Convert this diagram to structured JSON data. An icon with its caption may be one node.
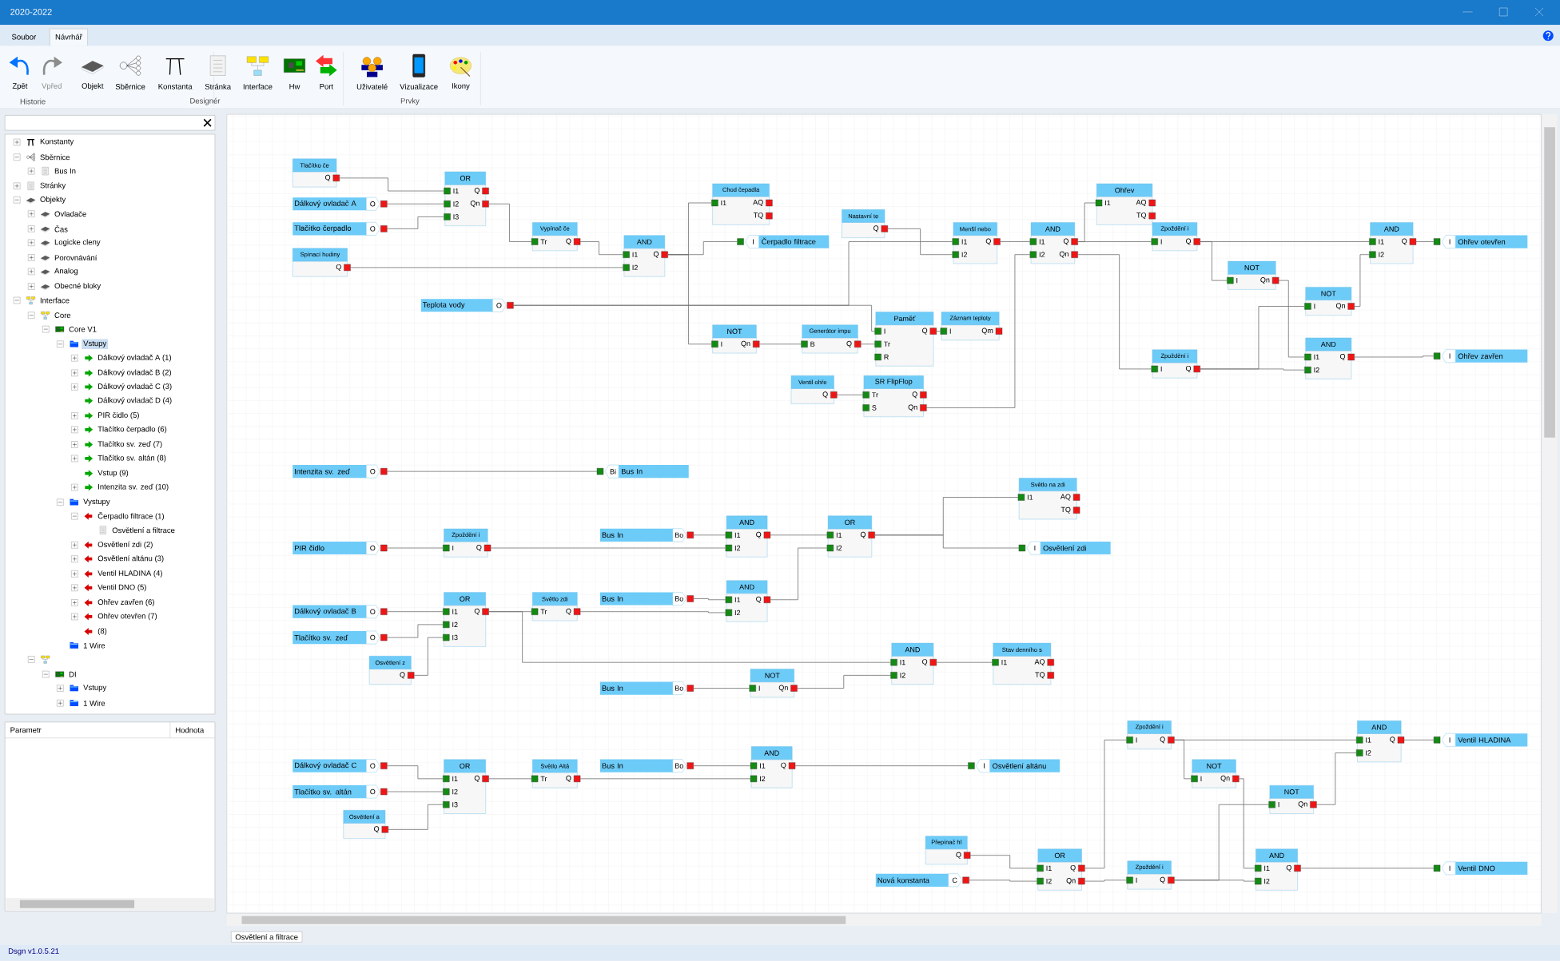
{
  "diagram": {
    "title": "2020-2022",
    "nodes": [
      {
        "text": [
          "Tlačítko če",
          "Q"
        ]
      },
      {
        "text": [
          "Dálkový ovladač A",
          "O"
        ]
      },
      {
        "text": [
          "Tlačítko čerpadlo",
          "O"
        ]
      },
      {
        "text": [
          "Spínací hodiny",
          "Q"
        ]
      },
      {
        "text": [
          "OR",
          "I1",
          "Q",
          "I2",
          "Qn",
          "I3"
        ]
      },
      {
        "text": [
          "Vypínač če",
          "Tr",
          "Q"
        ]
      },
      {
        "text": [
          "AND",
          "I1",
          "Q",
          "I2"
        ]
      },
      {
        "text": [
          "Chod čepadla",
          "I1",
          "AQ",
          "TQ"
        ]
      },
      {
        "text": [
          "I",
          "Čerpadlo filtrace"
        ]
      },
      {
        "text": [
          "Teplota vody",
          "O"
        ]
      },
      {
        "text": [
          "NOT",
          "I",
          "Qn"
        ]
      },
      {
        "text": [
          "Generátor impu",
          "B",
          "Q"
        ]
      },
      {
        "text": [
          "Nastavní te",
          "Q"
        ]
      },
      {
        "text": [
          "Menší nebo",
          "I1",
          "Q",
          "I2"
        ]
      },
      {
        "text": [
          "AND",
          "I1",
          "Q",
          "I2",
          "Qn"
        ]
      },
      {
        "text": [
          "Ohřev",
          "I1",
          "AQ",
          "TQ"
        ]
      },
      {
        "text": [
          "Paměť",
          "I",
          "Q",
          "Tr",
          "R"
        ]
      },
      {
        "text": [
          "Záznam teploty",
          "I",
          "Qm"
        ]
      },
      {
        "text": [
          "Ventil ohře",
          "Q"
        ]
      },
      {
        "text": [
          "SR FlipFlop",
          "Tr",
          "Q",
          "S",
          "Qn"
        ]
      },
      {
        "text": [
          "Zpoždění i",
          "I",
          "Q"
        ]
      },
      {
        "text": [
          "NOT",
          "I",
          "Qn"
        ]
      },
      {
        "text": [
          "AND",
          "I1",
          "Q",
          "I2"
        ]
      },
      {
        "text": [
          "I",
          "Ohřev otevřen"
        ]
      },
      {
        "text": [
          "NOT",
          "I",
          "Qn"
        ]
      },
      {
        "text": [
          "Zpoždění i",
          "I",
          "Q"
        ]
      },
      {
        "text": [
          "AND",
          "I1",
          "Q",
          "I2"
        ]
      },
      {
        "text": [
          "I",
          "Ohřev zavřen"
        ]
      },
      {
        "text": [
          "Intenzita sv. zeď",
          "O"
        ]
      },
      {
        "text": [
          "Bi",
          "Bus In"
        ]
      },
      {
        "text": [
          "Světlo na zdi",
          "I1",
          "AQ",
          "TQ"
        ]
      },
      {
        "text": [
          "PIR čidlo",
          "O"
        ]
      },
      {
        "text": [
          "Zpoždění i",
          "I",
          "Q"
        ]
      },
      {
        "text": [
          "Bus In",
          "Bo"
        ]
      },
      {
        "text": [
          "AND",
          "I1",
          "Q",
          "I2"
        ]
      },
      {
        "text": [
          "OR",
          "I1",
          "Q",
          "I2"
        ]
      },
      {
        "text": [
          "I",
          "Osvětlení zdi"
        ]
      },
      {
        "text": [
          "Dálkový ovladač B",
          "O"
        ]
      },
      {
        "text": [
          "Tlačítko sv. zeď",
          "O"
        ]
      },
      {
        "text": [
          "Osvětlení z",
          "Q"
        ]
      },
      {
        "text": [
          "OR",
          "I1",
          "Q",
          "I2",
          "I3"
        ]
      },
      {
        "text": [
          "Světlo zdi",
          "Tr",
          "Q"
        ]
      },
      {
        "text": [
          "Bus In",
          "Bo"
        ]
      },
      {
        "text": [
          "AND",
          "I1",
          "Q",
          "I2"
        ]
      },
      {
        "text": [
          "Bus In",
          "Bo"
        ]
      },
      {
        "text": [
          "NOT",
          "I",
          "Qn"
        ]
      },
      {
        "text": [
          "AND",
          "I1",
          "Q",
          "I2"
        ]
      },
      {
        "text": [
          "Stav denního s",
          "I1",
          "AQ",
          "TQ"
        ]
      },
      {
        "text": [
          "Dálkový ovladač C",
          "O"
        ]
      },
      {
        "text": [
          "Tlačítko sv. altán",
          "O"
        ]
      },
      {
        "text": [
          "Osvětlení a",
          "Q"
        ]
      },
      {
        "text": [
          "OR",
          "I1",
          "Q",
          "I2",
          "I3"
        ]
      },
      {
        "text": [
          "Světlo Altá",
          "Tr",
          "Q"
        ]
      },
      {
        "text": [
          "Bus In",
          "Bo"
        ]
      },
      {
        "text": [
          "AND",
          "I1",
          "Q",
          "I2"
        ]
      },
      {
        "text": [
          "I",
          "Osvětlení altánu"
        ]
      },
      {
        "text": [
          "Přepínač hl",
          "Q"
        ]
      },
      {
        "text": [
          "Nová konstanta",
          "C"
        ]
      },
      {
        "text": [
          "OR",
          "I1",
          "Q",
          "I2",
          "Qn"
        ]
      },
      {
        "text": [
          "Zpoždění i",
          "I",
          "Q"
        ]
      },
      {
        "text": [
          "NOT",
          "I",
          "Qn"
        ]
      },
      {
        "text": [
          "NOT",
          "I",
          "Qn"
        ]
      },
      {
        "text": [
          "AND",
          "I1",
          "Q",
          "I2"
        ]
      },
      {
        "text": [
          "I",
          "Ventil HLADINA"
        ]
      },
      {
        "text": [
          "Zpoždění i",
          "I",
          "Q"
        ]
      },
      {
        "text": [
          "AND",
          "I1",
          "Q",
          "I2"
        ]
      },
      {
        "text": [
          "I",
          "Ventil DNO"
        ]
      }
    ],
    "edges": [
      {
        "from": 0,
        "to": 4,
        "arrow": "none"
      },
      {
        "from": 1,
        "to": 4,
        "arrow": "none"
      },
      {
        "from": 2,
        "to": 4,
        "arrow": "none"
      },
      {
        "from": 4,
        "to": 5,
        "arrow": "none"
      },
      {
        "from": 5,
        "to": 6,
        "arrow": "none"
      },
      {
        "from": 3,
        "to": 6,
        "arrow": "none"
      },
      {
        "from": 6,
        "to": 7,
        "arrow": "none"
      },
      {
        "from": 6,
        "to": 8,
        "arrow": "none"
      },
      {
        "from": 6,
        "to": 10,
        "arrow": "none"
      },
      {
        "from": 9,
        "to": 13,
        "arrow": "none"
      },
      {
        "from": 9,
        "to": 16,
        "arrow": "none"
      },
      {
        "from": 12,
        "to": 13,
        "arrow": "none"
      },
      {
        "from": 10,
        "to": 11,
        "arrow": "none"
      },
      {
        "from": 11,
        "to": 16,
        "arrow": "none"
      },
      {
        "from": 16,
        "to": 17,
        "arrow": "none"
      },
      {
        "from": 18,
        "to": 19,
        "arrow": "none"
      },
      {
        "from": 19,
        "to": 14,
        "arrow": "none"
      },
      {
        "from": 13,
        "to": 14,
        "arrow": "none"
      },
      {
        "from": 14,
        "to": 15,
        "arrow": "none"
      },
      {
        "from": 14,
        "to": 20,
        "arrow": "none"
      },
      {
        "from": 14,
        "to": 25,
        "arrow": "none"
      },
      {
        "from": 20,
        "to": 22,
        "arrow": "none"
      },
      {
        "from": 20,
        "to": 21,
        "arrow": "none"
      },
      {
        "from": 21,
        "to": 26,
        "arrow": "none"
      },
      {
        "from": 25,
        "to": 26,
        "arrow": "none"
      },
      {
        "from": 25,
        "to": 24,
        "arrow": "none"
      },
      {
        "from": 24,
        "to": 22,
        "arrow": "none"
      },
      {
        "from": 22,
        "to": 23,
        "arrow": "none"
      },
      {
        "from": 26,
        "to": 27,
        "arrow": "none"
      },
      {
        "from": 28,
        "to": 29,
        "arrow": "none"
      },
      {
        "from": 31,
        "to": 32,
        "arrow": "none"
      },
      {
        "from": 33,
        "to": 34,
        "arrow": "none"
      },
      {
        "from": 32,
        "to": 34,
        "arrow": "none"
      },
      {
        "from": 34,
        "to": 35,
        "arrow": "none"
      },
      {
        "from": 43,
        "to": 35,
        "arrow": "none"
      },
      {
        "from": 35,
        "to": 30,
        "arrow": "none"
      },
      {
        "from": 35,
        "to": 36,
        "arrow": "none"
      },
      {
        "from": 37,
        "to": 40,
        "arrow": "none"
      },
      {
        "from": 38,
        "to": 40,
        "arrow": "none"
      },
      {
        "from": 39,
        "to": 40,
        "arrow": "none"
      },
      {
        "from": 40,
        "to": 41,
        "arrow": "none"
      },
      {
        "from": 40,
        "to": 46,
        "arrow": "none"
      },
      {
        "from": 42,
        "to": 43,
        "arrow": "none"
      },
      {
        "from": 41,
        "to": 43,
        "arrow": "none"
      },
      {
        "from": 44,
        "to": 45,
        "arrow": "none"
      },
      {
        "from": 45,
        "to": 46,
        "arrow": "none"
      },
      {
        "from": 46,
        "to": 47,
        "arrow": "none"
      },
      {
        "from": 48,
        "to": 51,
        "arrow": "none"
      },
      {
        "from": 49,
        "to": 51,
        "arrow": "none"
      },
      {
        "from": 50,
        "to": 51,
        "arrow": "none"
      },
      {
        "from": 51,
        "to": 52,
        "arrow": "none"
      },
      {
        "from": 53,
        "to": 54,
        "arrow": "none"
      },
      {
        "from": 52,
        "to": 54,
        "arrow": "none"
      },
      {
        "from": 54,
        "to": 55,
        "arrow": "none"
      },
      {
        "from": 56,
        "to": 58,
        "arrow": "none"
      },
      {
        "from": 57,
        "to": 58,
        "arrow": "none"
      },
      {
        "from": 58,
        "to": 59,
        "arrow": "none"
      },
      {
        "from": 58,
        "to": 64,
        "arrow": "none"
      },
      {
        "from": 59,
        "to": 62,
        "arrow": "none"
      },
      {
        "from": 59,
        "to": 60,
        "arrow": "none"
      },
      {
        "from": 60,
        "to": 65,
        "arrow": "none"
      },
      {
        "from": 64,
        "to": 65,
        "arrow": "none"
      },
      {
        "from": 64,
        "to": 61,
        "arrow": "none"
      },
      {
        "from": 61,
        "to": 62,
        "arrow": "none"
      },
      {
        "from": 62,
        "to": 63,
        "arrow": "none"
      },
      {
        "from": 65,
        "to": 66,
        "arrow": "none"
      }
    ],
    "labels": [
      "Soubor",
      "Návrhář",
      "Zpět",
      "Vpřed",
      "Objekt",
      "Sběrnice",
      "Konstanta",
      "Stránka",
      "Interface",
      "Hw",
      "Port",
      "Uživatelé",
      "Vizualizace",
      "Ikony",
      "Historie",
      "Designér",
      "Prvky",
      "Konstanty",
      "Sběrnice",
      "Bus In",
      "Stránky",
      "Objekty",
      "Ovladače",
      "Čas",
      "Logicke cleny",
      "Porovnávání",
      "Analog",
      "Obecné bloky",
      "Interface",
      "Core",
      "Core V1",
      "Vstupy",
      "Dálkový ovladač A (1)",
      "Dálkový ovladač B (2)",
      "Dálkový ovladač C (3)",
      "Dálkový ovladač D (4)",
      "PIR čidlo (5)",
      "Tlačítko čerpadlo (6)",
      "Tlačítko sv. zeď (7)",
      "Tlačítko sv. altán (8)",
      "Vstup (9)",
      "Intenzita sv. zeď (10)",
      "Vystupy",
      "Čerpadlo filtrace (1)",
      "Osvětlení a filtrace",
      "Osvětlení zdi (2)",
      "Osvětlení altánu (3)",
      "Ventil HLADINA (4)",
      "Ventil DNO (5)",
      "Ohřev zavřen (6)",
      "Ohřev otevřen (7)",
      "(8)",
      "1 Wire",
      "DI",
      "Vstupy",
      "1 Wire",
      "Parametr",
      "Hodnota",
      "Osvětlení a filtrace",
      "Dsgn v1.0.5.21"
    ]
  }
}
